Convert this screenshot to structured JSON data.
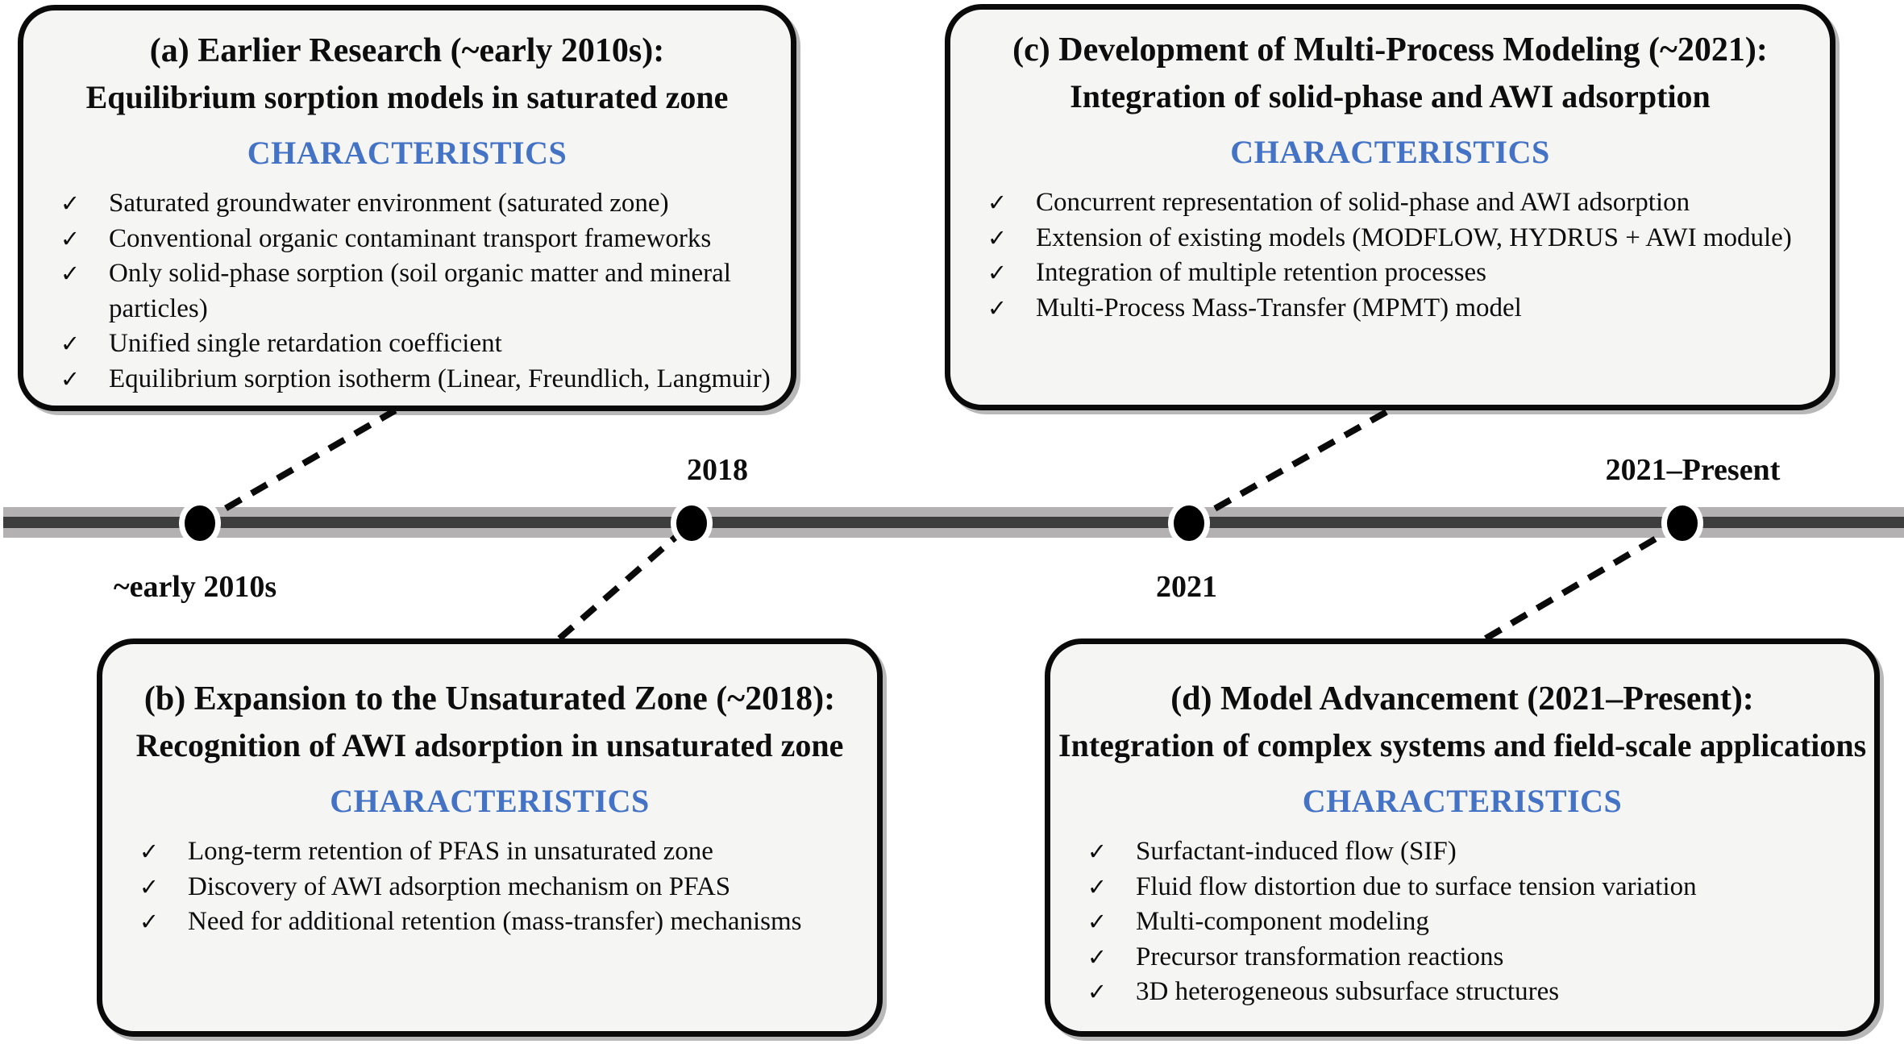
{
  "figure": {
    "type": "timeline-diagram",
    "characteristics_label": "CHARACTERISTICS",
    "check_glyph": "✓"
  },
  "colors": {
    "accent_blue": "#4472c4",
    "box_bg": "#f5f5f4",
    "line_black": "#0a0a0a",
    "timeline_light": "#b3b1b1",
    "timeline_dark": "#3d3d3d",
    "text": "#0d0d0d"
  },
  "timeline": {
    "milestones": [
      {
        "label": "~early 2010s",
        "label_position": "below"
      },
      {
        "label": "2018",
        "label_position": "above"
      },
      {
        "label": "2021",
        "label_position": "below"
      },
      {
        "label": "2021–Present",
        "label_position": "above"
      }
    ]
  },
  "boxes": [
    {
      "id": "a",
      "title": "(a) Earlier Research (~early 2010s):",
      "subtitle": "Equilibrium sorption models in saturated zone",
      "items": [
        "Saturated groundwater environment (saturated zone)",
        "Conventional organic contaminant transport frameworks",
        "Only solid-phase sorption (soil organic matter and mineral particles)",
        "Unified single retardation coefficient",
        "Equilibrium sorption isotherm (Linear, Freundlich, Langmuir)"
      ]
    },
    {
      "id": "b",
      "title": "(b) Expansion to the Unsaturated Zone (~2018):",
      "subtitle": "Recognition of AWI adsorption in unsaturated zone",
      "items": [
        "Long-term retention of PFAS in unsaturated zone",
        "Discovery of AWI adsorption mechanism on PFAS",
        "Need for additional retention (mass-transfer) mechanisms"
      ]
    },
    {
      "id": "c",
      "title": "(c) Development of Multi-Process Modeling (~2021):",
      "subtitle": "Integration of solid-phase and AWI adsorption",
      "items": [
        "Concurrent representation of solid-phase and AWI adsorption",
        "Extension of existing models (MODFLOW, HYDRUS + AWI module)",
        "Integration of multiple retention processes",
        "Multi-Process Mass-Transfer (MPMT) model"
      ]
    },
    {
      "id": "d",
      "title": "(d) Model Advancement (2021–Present):",
      "subtitle": "Integration of complex systems and field-scale applications",
      "items": [
        "Surfactant-induced flow (SIF)",
        "Fluid flow distortion due to surface tension variation",
        "Multi-component modeling",
        "Precursor transformation reactions",
        "3D heterogeneous subsurface structures"
      ]
    }
  ]
}
